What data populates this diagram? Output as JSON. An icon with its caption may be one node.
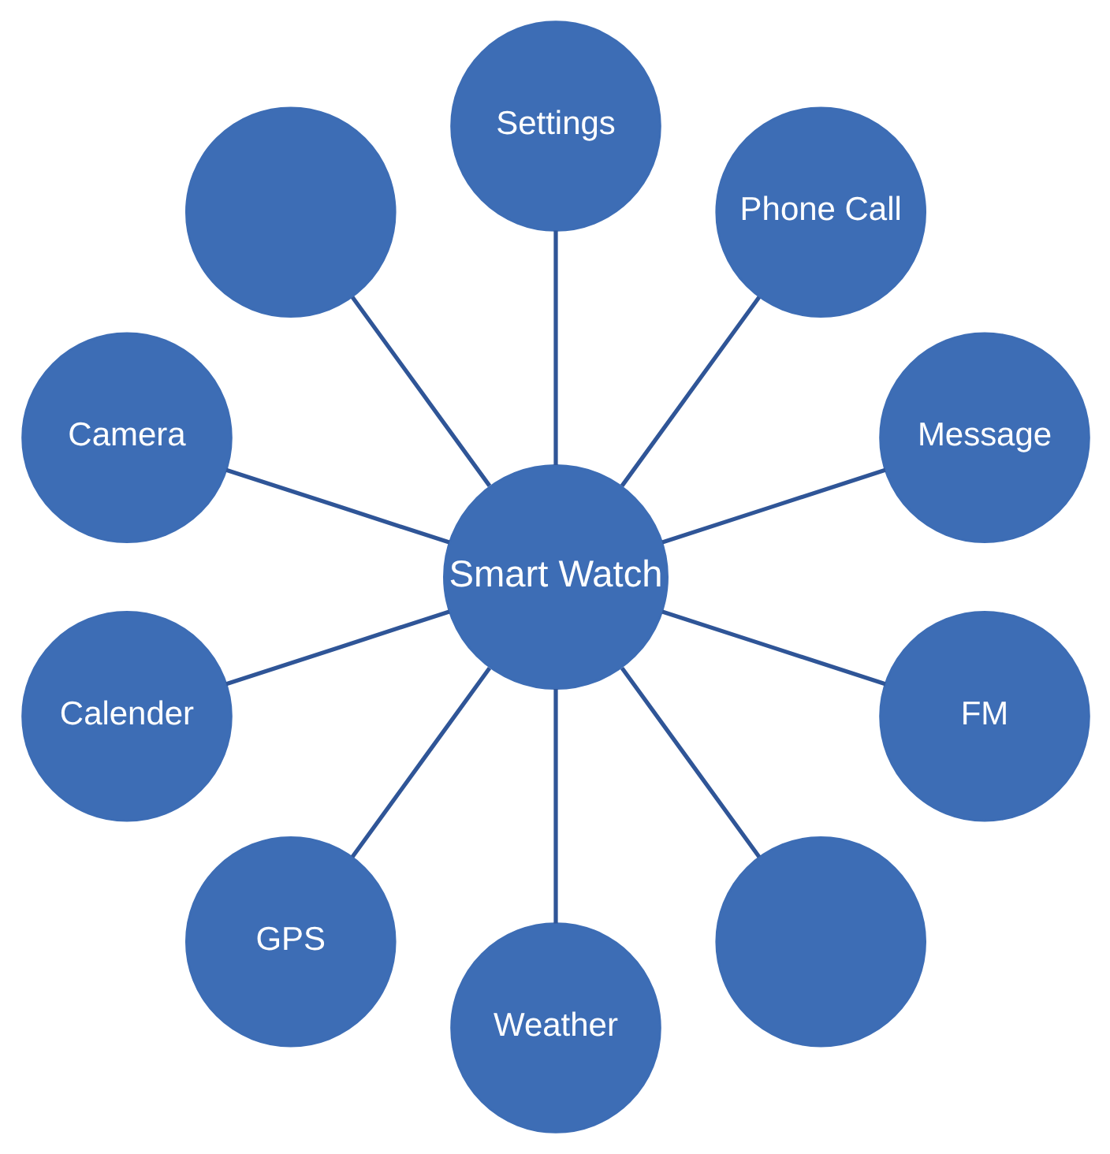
{
  "diagram": {
    "nodes": [
      {
        "text": [
          "Smart Watch"
        ]
      },
      {
        "text": [
          "Message"
        ]
      },
      {
        "text": [
          "Phone Call"
        ]
      },
      {
        "text": [
          "Settings"
        ]
      },
      {
        "text": [],
        "shape": "circle"
      },
      {
        "text": [
          "Camera"
        ]
      },
      {
        "text": [
          "Calender"
        ]
      },
      {
        "text": [
          "GPS"
        ]
      },
      {
        "text": [
          "Weather"
        ]
      },
      {
        "text": [],
        "shape": "circle"
      },
      {
        "text": [
          "FM"
        ]
      }
    ],
    "edges": [
      {
        "from": 0,
        "to": 1,
        "arrow": "none"
      },
      {
        "from": 0,
        "to": 2,
        "arrow": "none"
      },
      {
        "from": 0,
        "to": 3,
        "arrow": "none"
      },
      {
        "from": 0,
        "to": 4,
        "arrow": "none"
      },
      {
        "from": 0,
        "to": 5,
        "arrow": "none"
      },
      {
        "from": 0,
        "to": 6,
        "arrow": "none"
      },
      {
        "from": 0,
        "to": 7,
        "arrow": "none"
      },
      {
        "from": 0,
        "to": 8,
        "arrow": "none"
      },
      {
        "from": 0,
        "to": 9,
        "arrow": "none"
      },
      {
        "from": 0,
        "to": 10,
        "arrow": "none"
      }
    ]
  }
}
